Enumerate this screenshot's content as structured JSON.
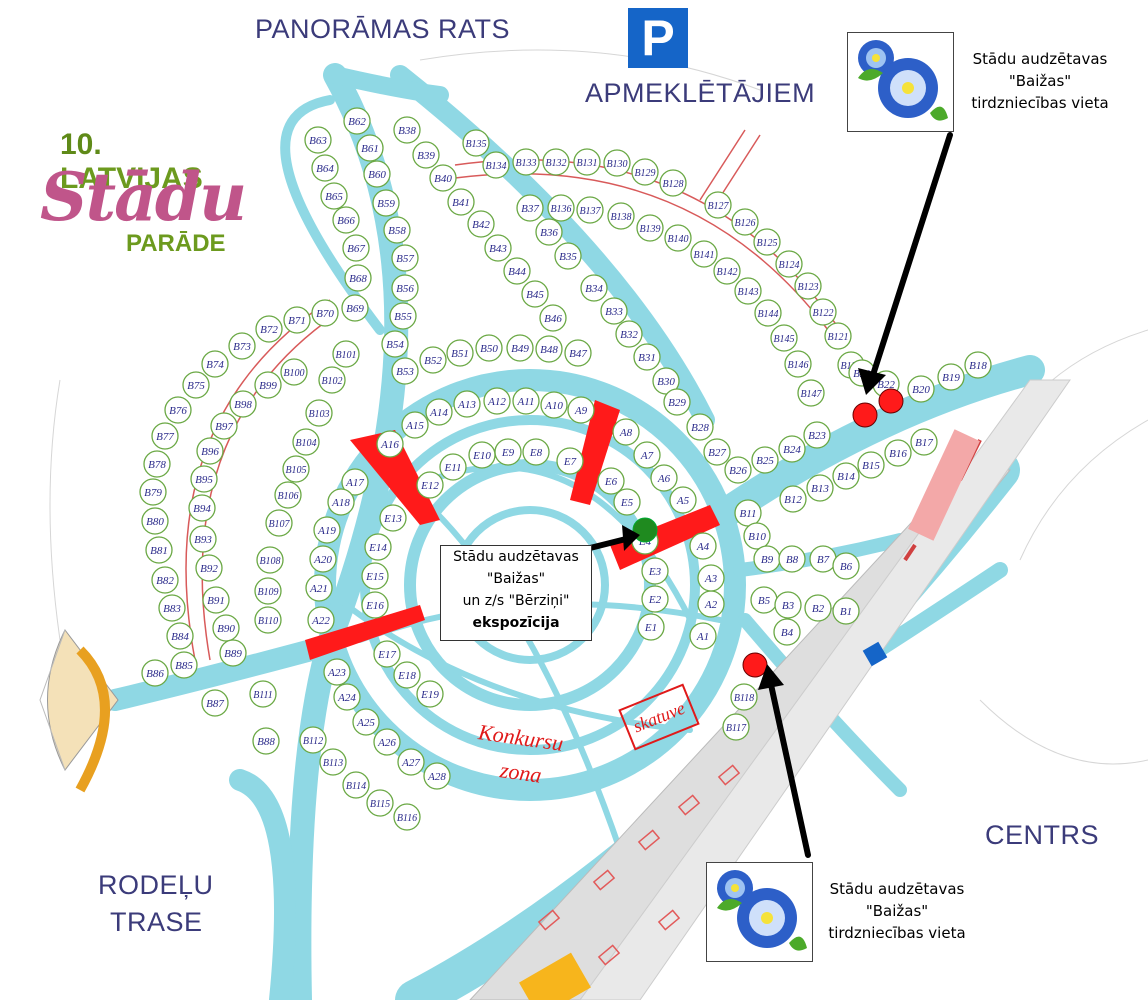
{
  "labels": {
    "top_center": "PANORĀMAS RATS",
    "parking_letter": "P",
    "parking_text": "APMEKLĒTĀJIEM",
    "bottom_left_1": "RODEĻU",
    "bottom_left_2": "TRASE",
    "right": "CENTRS"
  },
  "logo": {
    "number": "10.",
    "latvijas": "LATVIJAS",
    "stadu": "Stādu",
    "parade": "PARĀDE"
  },
  "vendor_top": {
    "line1": "Stādu audzētavas",
    "line2": "\"Baižas\"",
    "line3": "tirdzniecības vieta"
  },
  "vendor_bottom": {
    "line1": "Stādu audzētavas",
    "line2": "\"Baižas\"",
    "line3": "tirdzniecības vieta"
  },
  "expo": {
    "line1": "Stādu audzētavas",
    "line2": "\"Baižas\"",
    "line3": "un z/s \"Bērziņi\"",
    "line4": "ekspozīcija"
  },
  "konkursu": "Konkursu",
  "zona": "zona",
  "skatuve": "skatuve",
  "colors": {
    "path": "#8fd8e4",
    "booth_border": "#6aa844",
    "booth_text": "#2a2a8a",
    "red": "#ff1a1a",
    "green_dot": "#1f8a1f",
    "label": "#3b3b7a"
  },
  "booths_B_outer": [
    "B62",
    "B61",
    "B60",
    "B59",
    "B58",
    "B57",
    "B56",
    "B55",
    "B54",
    "B53",
    "B63",
    "B64",
    "B65",
    "B66",
    "B67",
    "B68",
    "B69",
    "B70",
    "B71",
    "B72",
    "B73",
    "B74",
    "B75",
    "B76",
    "B77",
    "B78",
    "B79",
    "B80",
    "B81",
    "B82",
    "B83",
    "B84",
    "B85",
    "B86",
    "B87",
    "B88"
  ],
  "booths_B_ring": [
    "B38",
    "B39",
    "B40",
    "B41",
    "B42",
    "B43",
    "B44",
    "B45",
    "B46",
    "B47",
    "B48",
    "B49",
    "B50",
    "B51",
    "B52",
    "B37",
    "B36",
    "B35",
    "B34",
    "B33",
    "B32",
    "B31",
    "B30",
    "B29",
    "B28",
    "B27",
    "B26",
    "B25",
    "B24",
    "B23"
  ],
  "booths_B_upper": [
    "B135",
    "B134",
    "B133",
    "B132",
    "B131",
    "B130",
    "B129",
    "B128",
    "B127",
    "B126",
    "B125",
    "B124",
    "B123",
    "B122",
    "B121",
    "B120",
    "B136",
    "B137",
    "B138",
    "B139",
    "B140",
    "B141",
    "B142",
    "B143",
    "B144",
    "B145",
    "B146",
    "B147"
  ],
  "booths_B_left": [
    "B101",
    "B102",
    "B103",
    "B104",
    "B105",
    "B106",
    "B107",
    "B108",
    "B109",
    "B110",
    "B111",
    "B112",
    "B113",
    "B114",
    "B115",
    "B116",
    "B99",
    "B100",
    "B98",
    "B97",
    "B96",
    "B95",
    "B94",
    "B93",
    "B92",
    "B91",
    "B90",
    "B89"
  ],
  "booths_B_right": [
    "B22",
    "B21",
    "B20",
    "B19",
    "B18",
    "B17",
    "B16",
    "B15",
    "B14",
    "B13",
    "B12",
    "B11",
    "B10",
    "B9",
    "B8",
    "B7",
    "B6",
    "B5",
    "B4",
    "B3",
    "B2",
    "B1",
    "B117",
    "B118"
  ],
  "booths_A": [
    "A1",
    "A2",
    "A3",
    "A4",
    "A5",
    "A6",
    "A7",
    "A8",
    "A9",
    "A10",
    "A11",
    "A12",
    "A13",
    "A14",
    "A15",
    "A16",
    "A17",
    "A18",
    "A19",
    "A20",
    "A21",
    "A22",
    "A23",
    "A24",
    "A25",
    "A26",
    "A27",
    "A28"
  ],
  "booths_E": [
    "E1",
    "E2",
    "E3",
    "E4",
    "E5",
    "E6",
    "E7",
    "E8",
    "E9",
    "E10",
    "E11",
    "E12",
    "E13",
    "E14",
    "E15",
    "E16",
    "E17",
    "E18",
    "E19"
  ]
}
